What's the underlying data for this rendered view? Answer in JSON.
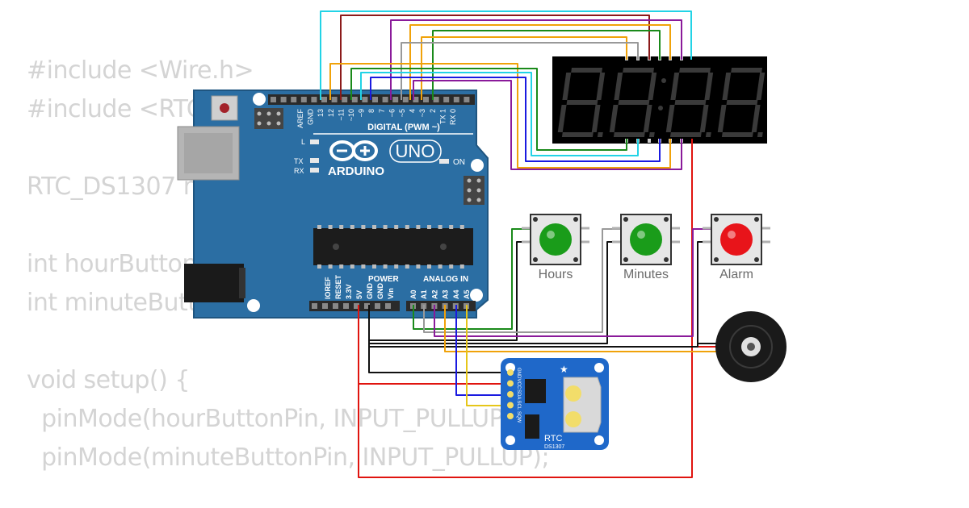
{
  "code_lines": [
    "#include <Wire.h>",
    "#include <RTClib.h>",
    "",
    "RTC_DS1307 rtc;",
    "",
    "int hourButtonPin = 2;",
    "int minuteButtonPin = 3;",
    "",
    "void setup() {",
    "  pinMode(hourButtonPin, INPUT_PULLUP);",
    "  pinMode(minuteButtonPin, INPUT_PULLUP);"
  ],
  "arduino": {
    "brand": "ARDUINO",
    "model": "UNO",
    "digital_label": "DIGITAL (PWM ~)",
    "power_label": "POWER",
    "analog_label": "ANALOG IN",
    "on_label": "ON",
    "l_label": "L",
    "tx_label": "TX",
    "rx_label": "RX",
    "digital_pins": [
      "AREF",
      "GND",
      "13",
      "12",
      "~11",
      "~10",
      "~9",
      "8",
      "7",
      "~6",
      "~5",
      "4",
      "~3",
      "2",
      "TX 1",
      "RX 0"
    ],
    "power_pins": [
      "IOREF",
      "RESET",
      "3.3V",
      "5V",
      "GND",
      "GND",
      "Vin"
    ],
    "analog_pins": [
      "A0",
      "A1",
      "A2",
      "A3",
      "A4",
      "A5"
    ]
  },
  "display": {
    "digits": [
      "8.",
      "8.",
      "8.",
      "8."
    ],
    "segment_color": "#3a3a3a"
  },
  "buttons": [
    {
      "label": "Hours",
      "color": "#1a9c1a"
    },
    {
      "label": "Minutes",
      "color": "#1a9c1a"
    },
    {
      "label": "Alarm",
      "color": "#e8141a"
    }
  ],
  "rtc": {
    "title": "RTC",
    "chip": "DS1307",
    "pins": [
      "GND",
      "VCC",
      "SDA",
      "SCL",
      "SQW"
    ]
  },
  "wire_colors": {
    "red": "#e0140f",
    "black": "#111111",
    "cyan": "#22d3e6",
    "maroon": "#8b1a1a",
    "purple": "#8a1a9a",
    "gray": "#999999",
    "orange": "#f0a20a",
    "green": "#1a8a1a",
    "blue": "#1a1ae0"
  }
}
